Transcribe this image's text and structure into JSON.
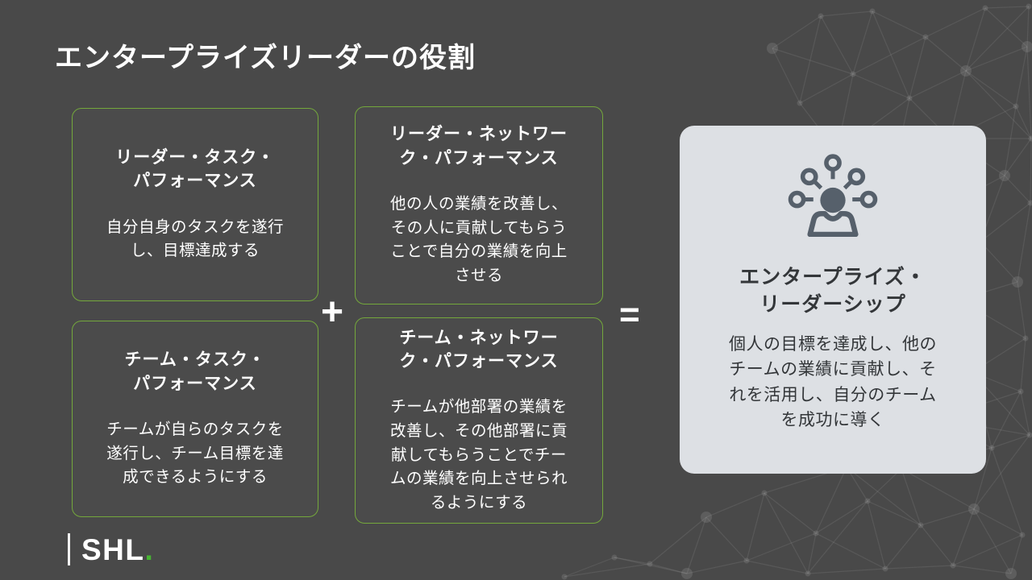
{
  "slide": {
    "title": "エンタープライズリーダーの役割",
    "operators": {
      "plus": "+",
      "equals": "="
    },
    "boxes": [
      {
        "title": "リーダー・タスク・\nパフォーマンス",
        "body": "自分自身のタスクを遂行\nし、目標達成する"
      },
      {
        "title": "リーダー・ネットワー\nク・パフォーマンス",
        "body": "他の人の業績を改善し、\nその人に貢献してもらう\nことで自分の業績を向上\nさせる"
      },
      {
        "title": "チーム・タスク・\nパフォーマンス",
        "body": "チームが自らのタスクを\n遂行し、チーム目標を達\n成できるようにする"
      },
      {
        "title": "チーム・ネットワー\nク・パフォーマンス",
        "body": "チームが他部署の業績を\n改善し、その他部署に貢\n献してもらうことでチー\nムの業績を向上させられ\nるようにする"
      }
    ],
    "result": {
      "icon": "person-network-icon",
      "title": "エンタープライズ・\nリーダーシップ",
      "body": "個人の目標を達成し、他の\nチームの業績に貢献し、そ\nれを活用し、自分のチーム\nを成功に導く"
    },
    "logo": {
      "text": "SHL",
      "dot": "."
    },
    "colors": {
      "background": "#494949",
      "box_border_green": "#74a83c",
      "logo_dot_green": "#46b432",
      "result_panel": "#dde0e4",
      "result_text": "#333639",
      "icon_color": "#56606b",
      "text_white": "#ffffff"
    }
  }
}
